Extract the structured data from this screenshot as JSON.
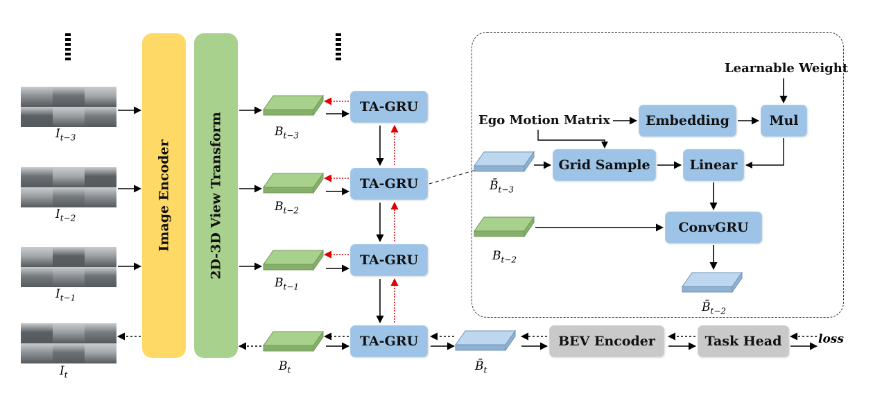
{
  "encoder_label": "Image Encoder",
  "view_transform_label": "2D-3D View Transform",
  "frames": [
    {
      "name": "I",
      "sub": "t−3"
    },
    {
      "name": "I",
      "sub": "t−2"
    },
    {
      "name": "I",
      "sub": "t−1"
    },
    {
      "name": "I",
      "sub": "t"
    }
  ],
  "bev_features": [
    {
      "name": "B",
      "sub": "t−3"
    },
    {
      "name": "B",
      "sub": "t−2"
    },
    {
      "name": "B",
      "sub": "t−1"
    },
    {
      "name": "B",
      "sub": "t"
    }
  ],
  "ta_gru_label": "TA-GRU",
  "bottom_chain": {
    "bbar_name": "B̄",
    "bbar_sub": "t",
    "bev_encoder": "BEV Encoder",
    "task_head": "Task Head",
    "loss": "loss"
  },
  "detail": {
    "learnable_weight": "Learnable Weight",
    "ego_motion": "Ego Motion Matrix",
    "embedding": "Embedding",
    "mul": "Mul",
    "grid_sample": "Grid Sample",
    "linear": "Linear",
    "convgru": "ConvGRU",
    "in_bbar_name": "B̄",
    "in_bbar_sub": "t−3",
    "in_b_name": "B",
    "in_b_sub": "t−2",
    "out_bbar_name": "B̄",
    "out_bbar_sub": "t−2"
  },
  "colors": {
    "encoder": "#ffd966",
    "view_transform": "#a9d18e",
    "bev_green": "#a9d18e",
    "bev_blue": "#bdd7ee",
    "box_blue": "#9dc3e6",
    "box_grey": "#c9c9c9",
    "feedback_red": "#e00000"
  }
}
